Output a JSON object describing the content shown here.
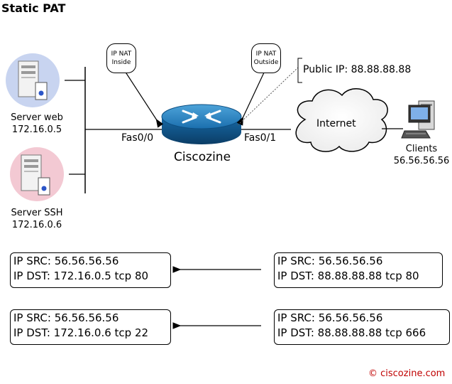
{
  "title": "Static PAT",
  "servers": [
    {
      "name": "Server web",
      "ip": "172.16.0.5",
      "icon": "server-web-icon",
      "circle_color": "#c8d4f0"
    },
    {
      "name": "Server SSH",
      "ip": "172.16.0.6",
      "icon": "server-ssh-icon",
      "circle_color": "#f3c9d3"
    }
  ],
  "router": {
    "name": "Ciscozine",
    "inside_interface": "Fas0/0",
    "outside_interface": "Fas0/1",
    "color": "#1b6fae"
  },
  "nat_labels": {
    "inside": [
      "IP NAT",
      "Inside"
    ],
    "outside": [
      "IP NAT",
      "Outside"
    ]
  },
  "public_ip_label": "Public IP: 88.88.88.88",
  "internet_label": "Internet",
  "clients": {
    "name": "Clients",
    "ip": "56.56.56.56"
  },
  "flows": [
    {
      "translated": {
        "src": "IP SRC: 56.56.56.56",
        "dst": "IP DST: 172.16.0.5 tcp 80"
      },
      "original": {
        "src": "IP SRC: 56.56.56.56",
        "dst": "IP DST: 88.88.88.88 tcp 80"
      }
    },
    {
      "translated": {
        "src": "IP SRC: 56.56.56.56",
        "dst": "IP DST: 172.16.0.6 tcp 22"
      },
      "original": {
        "src": "IP SRC: 56.56.56.56",
        "dst": "IP DST: 88.88.88.88 tcp 666"
      }
    }
  ],
  "copyright": "© ciscozine.com"
}
